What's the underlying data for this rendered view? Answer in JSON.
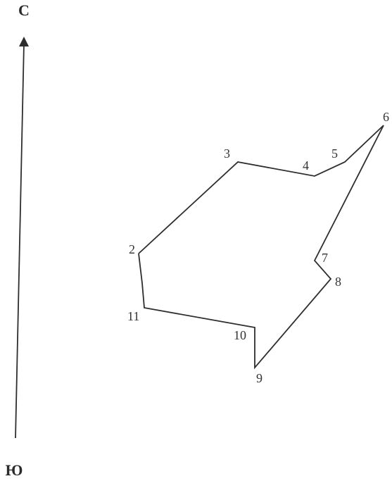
{
  "compass": {
    "north_label": "С",
    "south_label": "Ю"
  },
  "polygon": {
    "points": [
      {
        "label": "2"
      },
      {
        "label": "3"
      },
      {
        "label": "4"
      },
      {
        "label": "5"
      },
      {
        "label": "6"
      },
      {
        "label": "7"
      },
      {
        "label": "8"
      },
      {
        "label": "9"
      },
      {
        "label": "10"
      },
      {
        "label": "11"
      }
    ]
  },
  "colors": {
    "line": "#2e2e2e",
    "background": "#ffffff"
  }
}
